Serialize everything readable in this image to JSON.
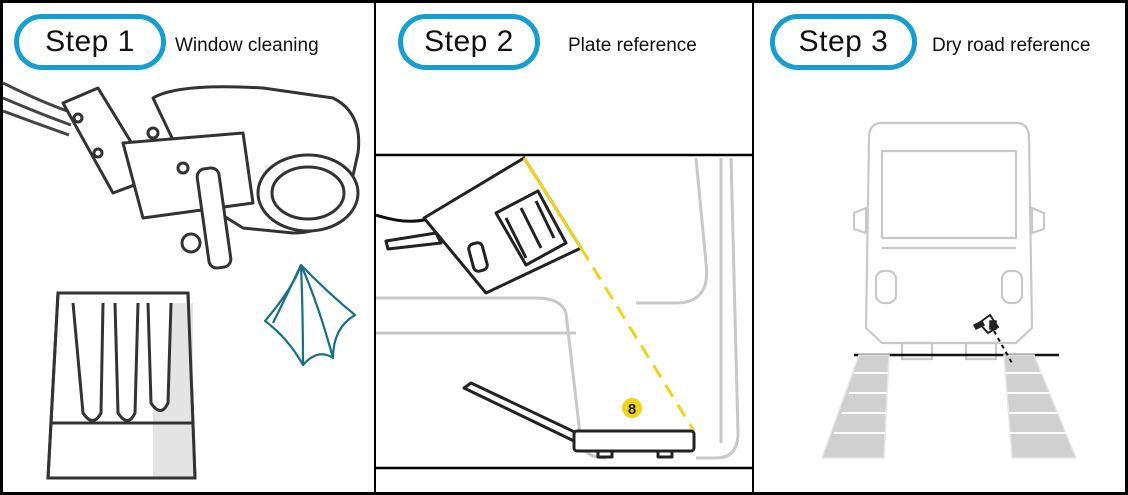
{
  "steps": [
    {
      "label": "Step 1",
      "description": "Window cleaning"
    },
    {
      "label": "Step 2",
      "description": "Plate reference"
    },
    {
      "label": "Step 3",
      "description": "Dry road reference"
    }
  ],
  "colors": {
    "pill_border": "#159fd0",
    "reference_line": "#f2d21a",
    "cloth": "#1a6f88",
    "outline": "#333333",
    "light_outline": "#c8c8c8"
  },
  "icons": [
    "sensor-icon",
    "cloth-icon",
    "sensor-cover-icon",
    "reference-plate-icon",
    "warning-icon",
    "truck-icon",
    "tire-track-icon"
  ]
}
